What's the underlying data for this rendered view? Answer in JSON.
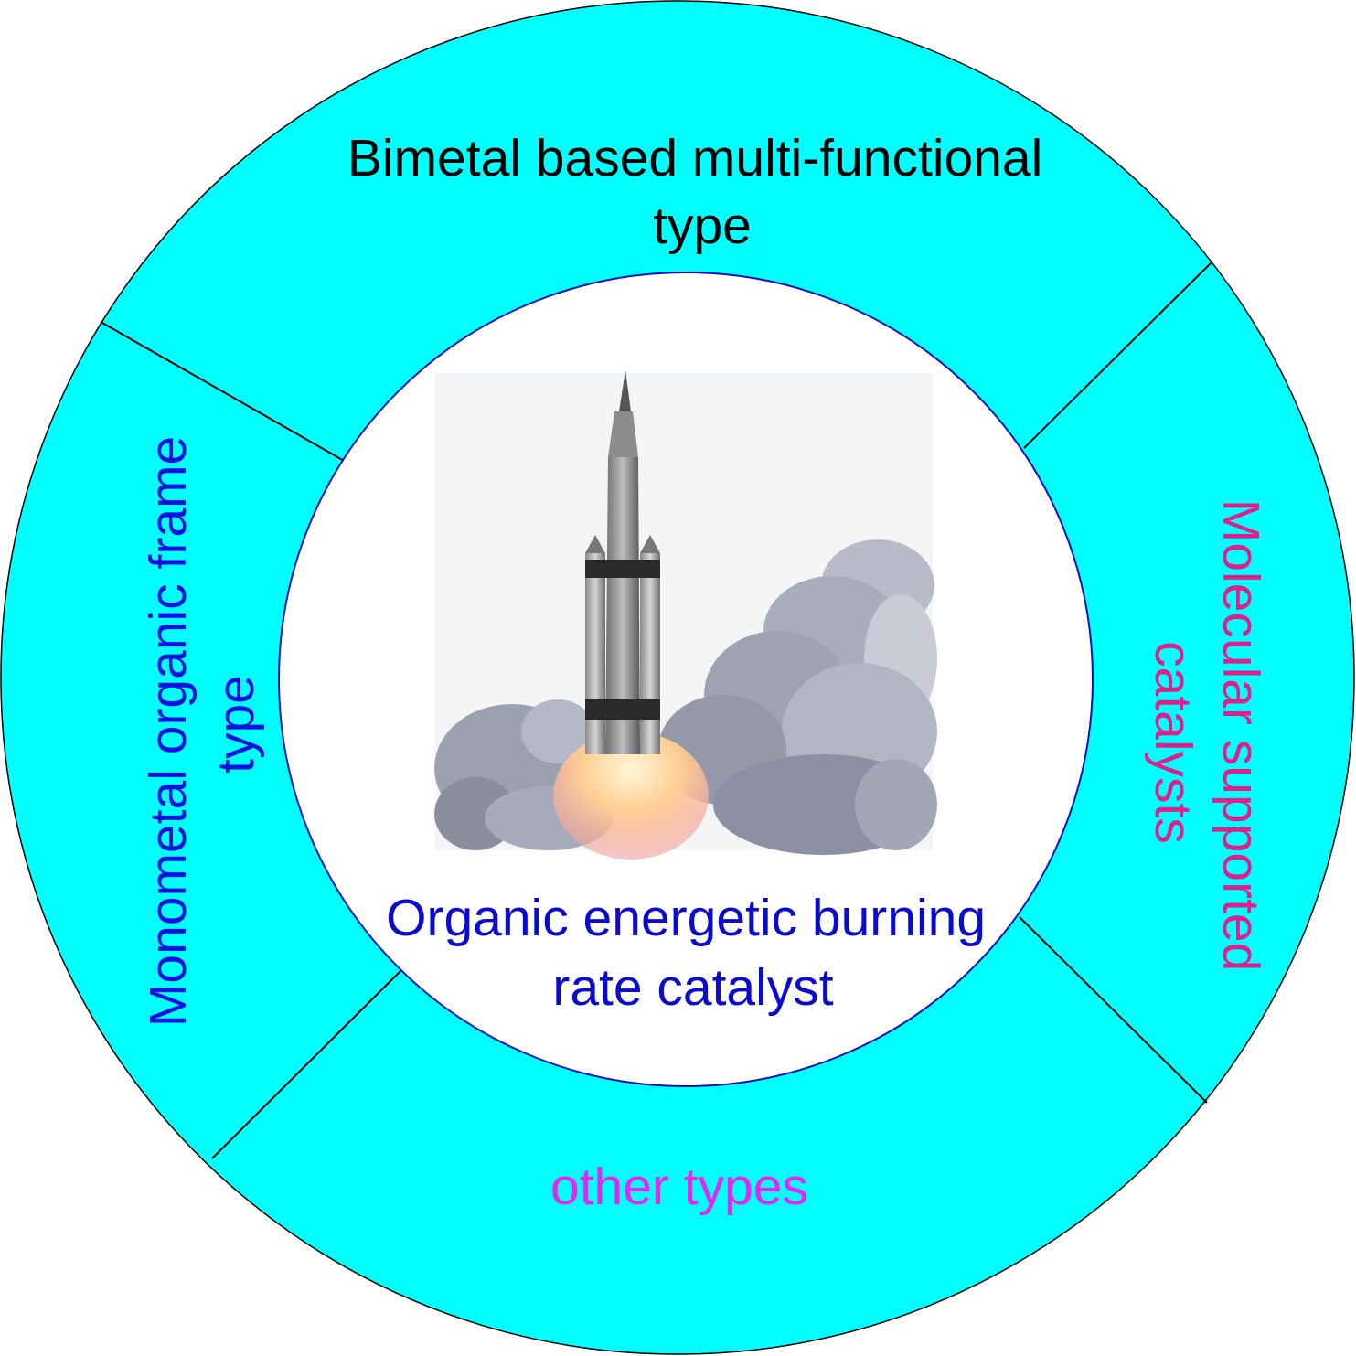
{
  "center": {
    "title_lines": [
      "Organic energetic burning",
      "rate catalyst"
    ],
    "title_color": "#0a0ad0",
    "image": "rocket-launch-illustration"
  },
  "segments": [
    {
      "id": "top",
      "lines": [
        "Bimetal based multi-functional",
        "type"
      ],
      "color": "#000000"
    },
    {
      "id": "right",
      "lines": [
        "Molecular supported",
        "catalysts"
      ],
      "color": "#e0208a"
    },
    {
      "id": "bottom",
      "lines": [
        "other types"
      ],
      "color": "#ee22ee"
    },
    {
      "id": "left",
      "lines": [
        "Monometal organic frame",
        "type"
      ],
      "color": "#1010e0"
    }
  ],
  "colors": {
    "ring_fill": "#00ffff",
    "inner_circle_stroke": "#1010c0",
    "divider": "#000000"
  }
}
